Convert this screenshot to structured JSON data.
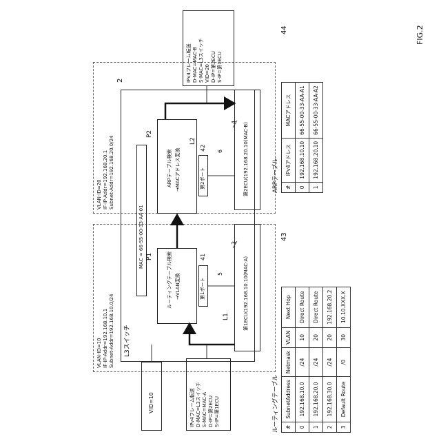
{
  "fig_label": "FIG.2",
  "switch": {
    "ref": "2",
    "name": "L3スイッチ",
    "mac": "MAC = 66-55-00-33-AA-01",
    "left_label": "L1",
    "right_label": "L2"
  },
  "vlan10": {
    "lines": [
      "VLAN-ID=10",
      "IF-IP-Addr=192.168.10.1",
      "Subnet-Addr=192.168.10.0/24"
    ]
  },
  "vlan20": {
    "lines": [
      "VLAN-ID=20",
      "IF-IP-Addr=192.168.20.1",
      "Subnet-Addr=192.168.20.0/24"
    ]
  },
  "p1": {
    "label": "P1",
    "lines": [
      "ルーティングテーブル検索",
      "→VLAN変換"
    ]
  },
  "p2": {
    "label": "P2",
    "lines": [
      "ARPテーブル検索",
      "→MACアドレス変換"
    ]
  },
  "port1": {
    "label": "第1ポート",
    "ref": "41",
    "wire_ref": "5"
  },
  "port2": {
    "label": "第2ポート",
    "ref": "42",
    "wire_ref": "6"
  },
  "ecu1": {
    "label": "第1ECU(192.168.10.10(MAC-A)",
    "ref": "3"
  },
  "ecu2": {
    "label": "第2ECU(192.168.20.10(MAC-B)",
    "ref": "4"
  },
  "vid_box": "VID=10",
  "frame_in": [
    "IPv4フレーム転送",
    "D-MAC=L3スイッチ",
    "S-MAC=MAC-A",
    "D-IP=第2ECU",
    "S-IP=第1ECU"
  ],
  "frame_out": [
    "IPv4フレーム転送",
    "D-MAC=MAC-B",
    "S-MAC=L3スイッチ",
    "VID=20",
    "D-IP=第2ECU",
    "S-IP=第1ECU"
  ],
  "routing_table": {
    "title": "ルーティングテーブル",
    "ref": "43",
    "headers": [
      "#",
      "SubnetAddress",
      "Netmask",
      "VLAN",
      "Next Hop"
    ],
    "rows": [
      [
        "0",
        "192.168.10.0",
        "/24",
        "10",
        "Direct Route"
      ],
      [
        "1",
        "192.168.20.0",
        "/24",
        "20",
        "Direct Route"
      ],
      [
        "2",
        "192.168.30.0",
        "/24",
        "20",
        "192.168.20.2"
      ],
      [
        "3",
        "Default Route",
        "/0",
        "30",
        "10.10.XXX.X"
      ]
    ]
  },
  "arp_table": {
    "title": "ARPテーブル",
    "ref": "44",
    "headers": [
      "#",
      "IPv4アドレス",
      "MACアドレス"
    ],
    "rows": [
      [
        "0",
        "192.168.10.10",
        "66-55-00-33-AA-A1"
      ],
      [
        "1",
        "192.168.20.10",
        "66-55-00-33-AA-A2"
      ]
    ]
  }
}
